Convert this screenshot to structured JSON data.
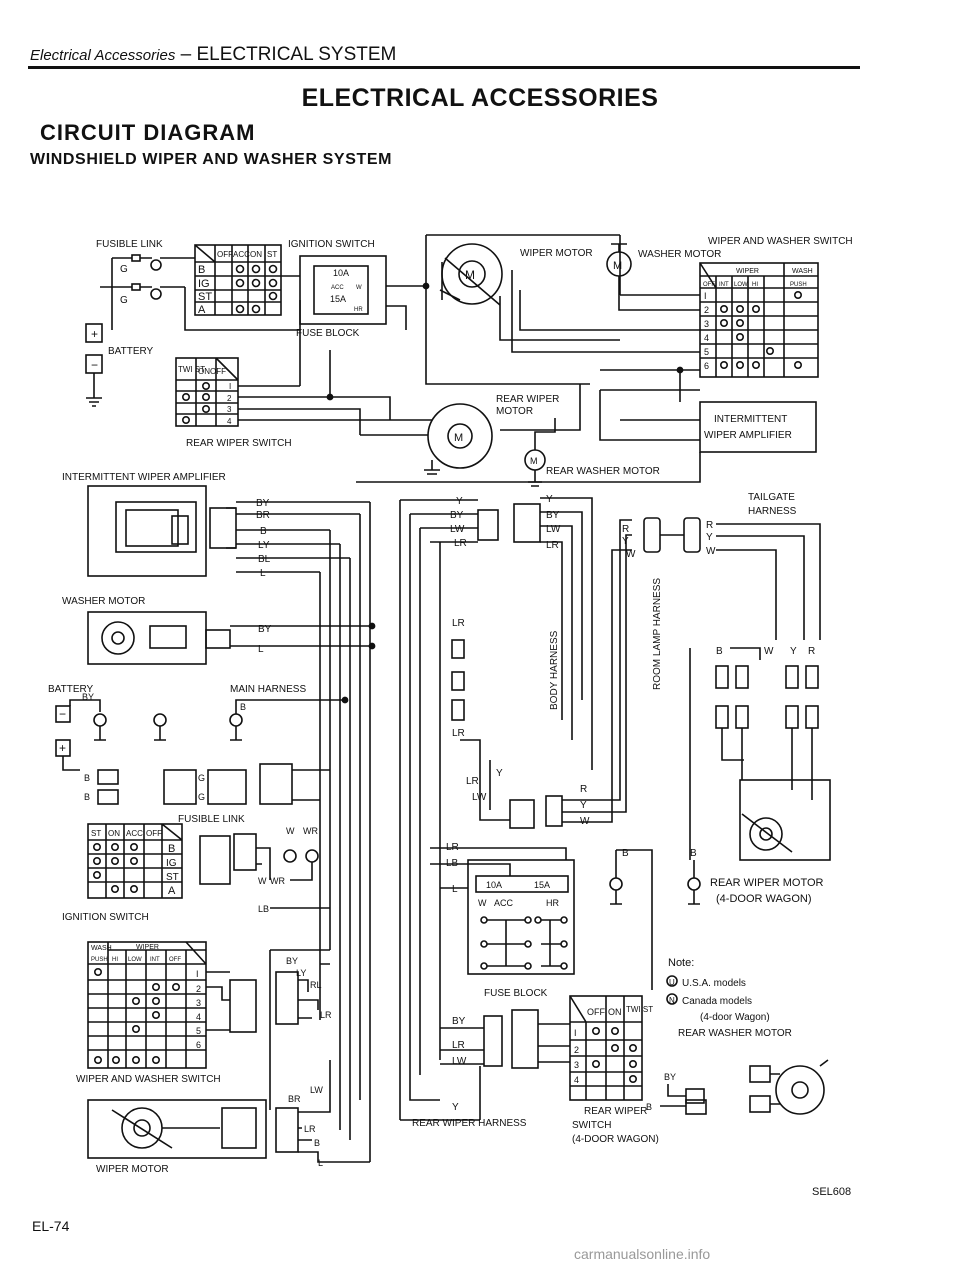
{
  "header": {
    "section": "Electrical Accessories",
    "dash": " – ",
    "chapter": "ELECTRICAL SYSTEM"
  },
  "page_title": "ELECTRICAL ACCESSORIES",
  "section_title": "CIRCUIT DIAGRAM",
  "subtitle": "WINDSHIELD WIPER AND WASHER SYSTEM",
  "top": {
    "fusible_link": "FUSIBLE LINK",
    "g": "G",
    "ignition_switch": "IGNITION SWITCH",
    "ig_cols": [
      "OFF",
      "ACC",
      "ON",
      "ST"
    ],
    "ig_rows": [
      "B",
      "IG",
      "ST",
      "A"
    ],
    "fuse_10a": "10A",
    "fuse_15a": "15A",
    "acc": "ACC",
    "w": "W",
    "hr": "HR",
    "fuse_block": "FUSE BLOCK",
    "battery": "BATTERY",
    "rw_cols": [
      "TWI ST",
      "ON",
      "OFF"
    ],
    "rw_rows": [
      "I",
      "2",
      "3",
      "4"
    ],
    "rear_wiper_switch": "REAR WIPER SWITCH",
    "wiper_motor": "WIPER MOTOR",
    "washer_motor": "WASHER MOTOR",
    "rear_wiper_motor": "REAR WIPER MOTOR",
    "rear_washer_motor": "REAR WASHER MOTOR",
    "ww_switch": "WIPER AND WASHER SWITCH",
    "ww_head_wiper": "WIPER",
    "ww_head_wash": "WASH",
    "ww_cols": [
      "OFF",
      "INT",
      "LOW",
      "HI",
      "PUSH"
    ],
    "ww_rows": [
      "I",
      "2",
      "3",
      "4",
      "5",
      "6"
    ],
    "intermittent_amp": "INTERMITTENT WIPER AMPLIFIER"
  },
  "bottom": {
    "int_amp": "INTERMITTENT WIPER AMPLIFIER",
    "amp_wires": [
      "BY",
      "BR",
      "B",
      "LY",
      "BL",
      "L"
    ],
    "washer_motor": "WASHER MOTOR",
    "wm_wires": [
      "BY",
      "L"
    ],
    "battery": "BATTERY",
    "by": "BY",
    "main_harness": "MAIN HARNESS",
    "b": "B",
    "g": "G",
    "fusible_link": "FUSIBLE LINK",
    "w": "W",
    "wr": "WR",
    "lb": "LB",
    "ig_cols": [
      "ST",
      "ON",
      "ACC",
      "OFF"
    ],
    "ig_rows": [
      "B",
      "IG",
      "ST",
      "A"
    ],
    "ignition_switch": "IGNITION SWITCH",
    "sw_head_wash": "WASH",
    "sw_head_wiper": "WIPER",
    "sw_cols": [
      "PUSH",
      "HI",
      "LOW",
      "INT",
      "OFF"
    ],
    "sw_rows": [
      "I",
      "2",
      "3",
      "4",
      "5",
      "6"
    ],
    "ww_switch": "WIPER AND WASHER SWITCH",
    "sw_wires": [
      "BY",
      "LY",
      "RL",
      "LR"
    ],
    "wiper_motor": "WIPER MOTOR",
    "wmot_wires": [
      "LW",
      "BR",
      "LR",
      "B",
      "L"
    ],
    "mid_wires": [
      "Y",
      "BY",
      "LW",
      "LR"
    ],
    "lr": "LR",
    "body_harness": "BODY HARNESS",
    "room_lamp": "ROOM LAMP HARNESS",
    "r": "R",
    "y": "Y",
    "lb2": "LB",
    "l": "L",
    "fuse_10a": "10A",
    "fuse_15a": "15A",
    "acc": "ACC",
    "hr": "HR",
    "fuse_block": "FUSE BLOCK",
    "rwh_wires": [
      "BY",
      "LR",
      "LW",
      "Y"
    ],
    "rear_wiper_harness": "REAR WIPER HARNESS",
    "rs_cols": [
      "OFF",
      "ON",
      "TWI ST"
    ],
    "rs_rows": [
      "I",
      "2",
      "3",
      "4"
    ],
    "rear_wiper_switch": [
      "REAR WIPER",
      "SWITCH",
      "(4-DOOR WAGON)"
    ],
    "tailgate": "TAILGATE HARNESS",
    "rear_wiper_motor": [
      "REAR WIPER MOTOR",
      "(4-DOOR WAGON)"
    ],
    "note": "Note:",
    "note_u": "U.S.A. models",
    "note_n": "Canada models",
    "note_n2": "(4-door Wagon)",
    "rear_washer_motor": "REAR WASHER MOTOR"
  },
  "figure_code": "SEL608",
  "page_number": "EL-74",
  "watermark": "carmanualsonline.info"
}
